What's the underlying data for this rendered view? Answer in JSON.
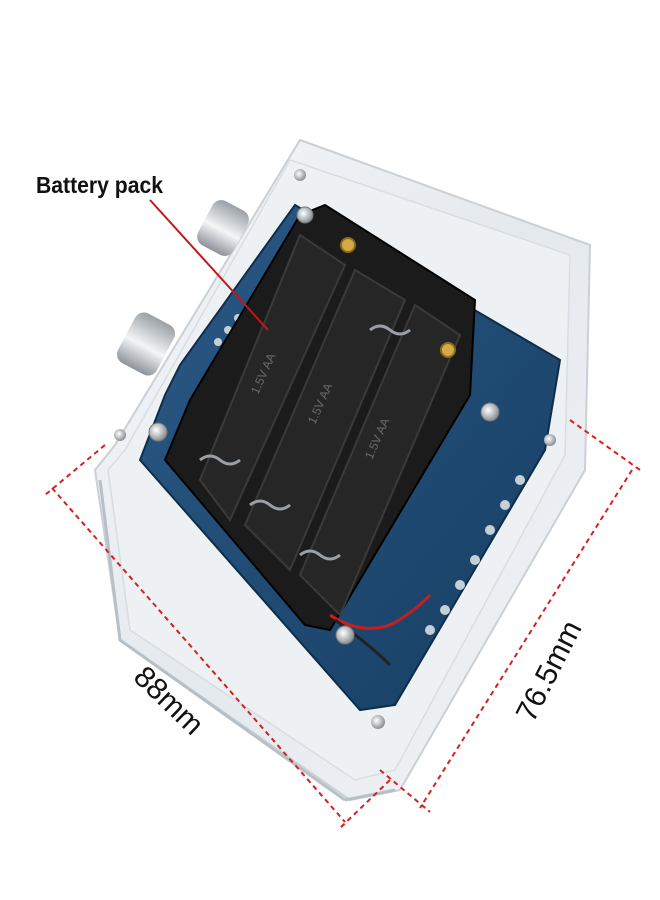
{
  "labels": {
    "battery_pack": "Battery pack",
    "width_dimension": "88mm",
    "depth_dimension": "76.5mm"
  },
  "battery_markings": [
    "1.5V AA",
    "1.5V AA",
    "1.5V AA"
  ],
  "colors": {
    "pcb": "#1f4e78",
    "holder": "#1a1a1a",
    "acrylic": "#e9eef2",
    "dimension_line": "#d42020",
    "callout_line": "#c21818"
  }
}
